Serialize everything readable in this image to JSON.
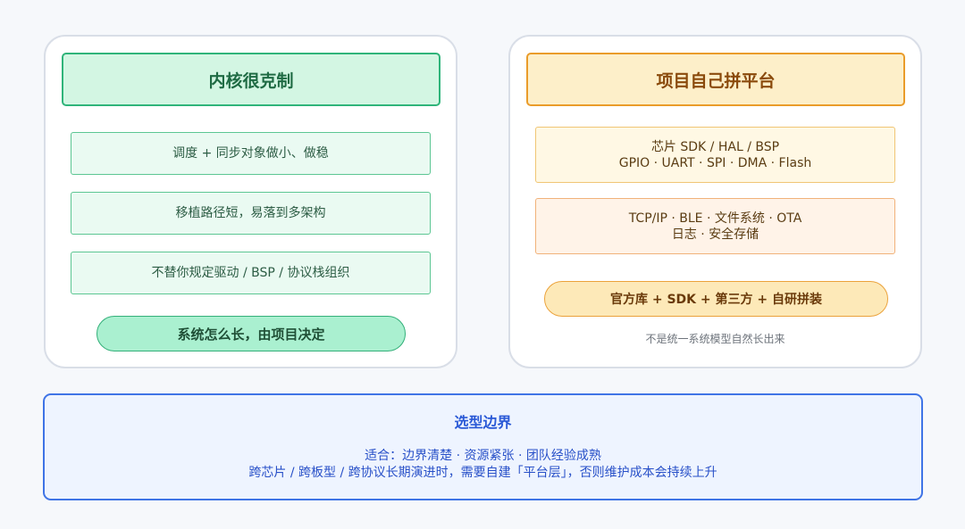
{
  "left": {
    "title": "内核很克制",
    "items": [
      "调度 + 同步对象做小、做稳",
      "移植路径短，易落到多架构",
      "不替你规定驱动 / BSP / 协议栈组织"
    ],
    "pill": "系统怎么长，由项目决定"
  },
  "right": {
    "title": "项目自己拼平台",
    "box1": [
      "芯片 SDK / HAL / BSP",
      "GPIO · UART · SPI · DMA · Flash"
    ],
    "box2": [
      "TCP/IP · BLE · 文件系统 · OTA",
      "日志 · 安全存储"
    ],
    "pill": "官方库 + SDK + 第三方 + 自研拼装",
    "note": "不是统一系统模型自然长出来"
  },
  "boundary": {
    "title": "选型边界",
    "line1": "适合：边界清楚 · 资源紧张 · 团队经验成熟",
    "line2": "跨芯片 / 跨板型 / 跨协议长期演进时，需要自建「平台层」，否则维护成本会持续上升"
  },
  "colors": {
    "green_accent": "#2fb47a",
    "orange_accent": "#ea9c2a",
    "blue_accent": "#3f74e6"
  }
}
